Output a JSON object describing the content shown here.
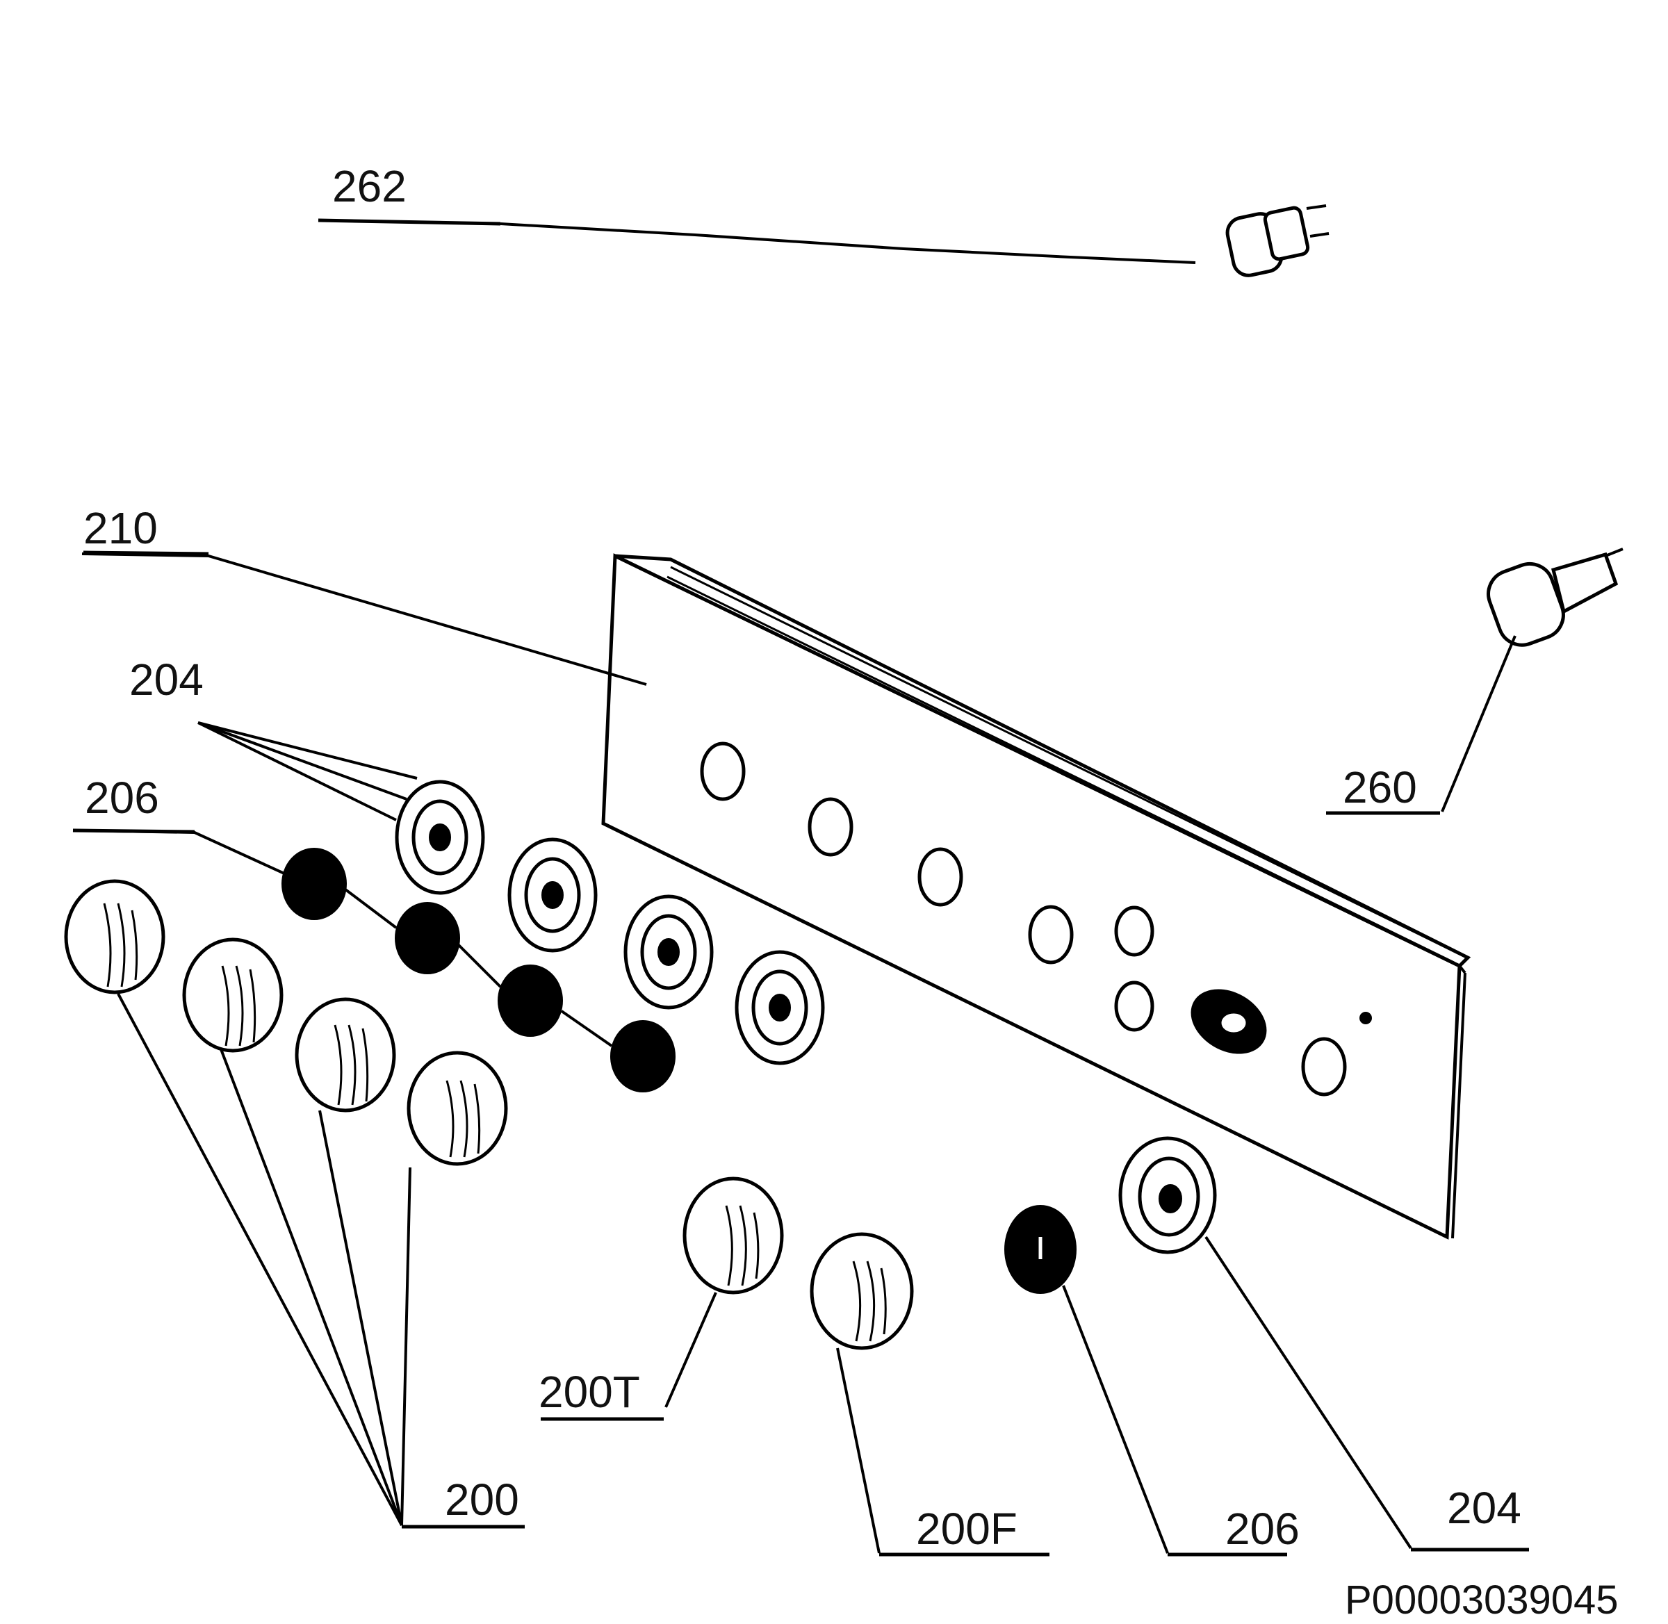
{
  "labels": {
    "l262": "262",
    "l210": "210",
    "l204a": "204",
    "l206a": "206",
    "l260": "260",
    "l200T": "200T",
    "l200": "200",
    "l200F": "200F",
    "l206b": "206",
    "l204b": "204"
  },
  "drawing_code": "P00003039045"
}
